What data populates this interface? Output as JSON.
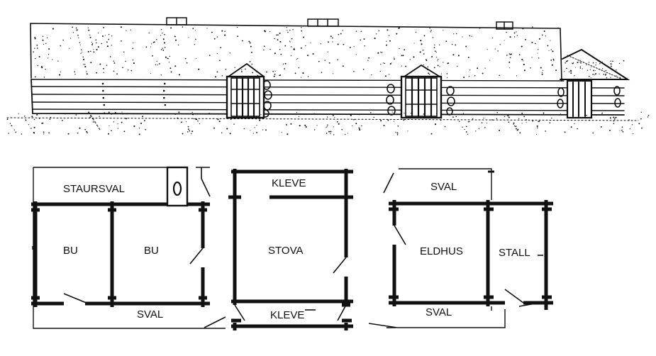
{
  "colors": {
    "ink": "#111111",
    "paper": "#ffffff"
  },
  "plan": {
    "rooms": {
      "staursval": "STAURSVAL",
      "bu_left": "BU",
      "bu_right": "BU",
      "sval_left": "SVAL",
      "kleve_top": "KLEVE",
      "stova": "STOVA",
      "kleve_bottom": "KLEVE",
      "sval_top_right": "SVAL",
      "eldhus": "ELDHUS",
      "stall": "STALL",
      "sval_bottom_right": "SVAL"
    }
  }
}
